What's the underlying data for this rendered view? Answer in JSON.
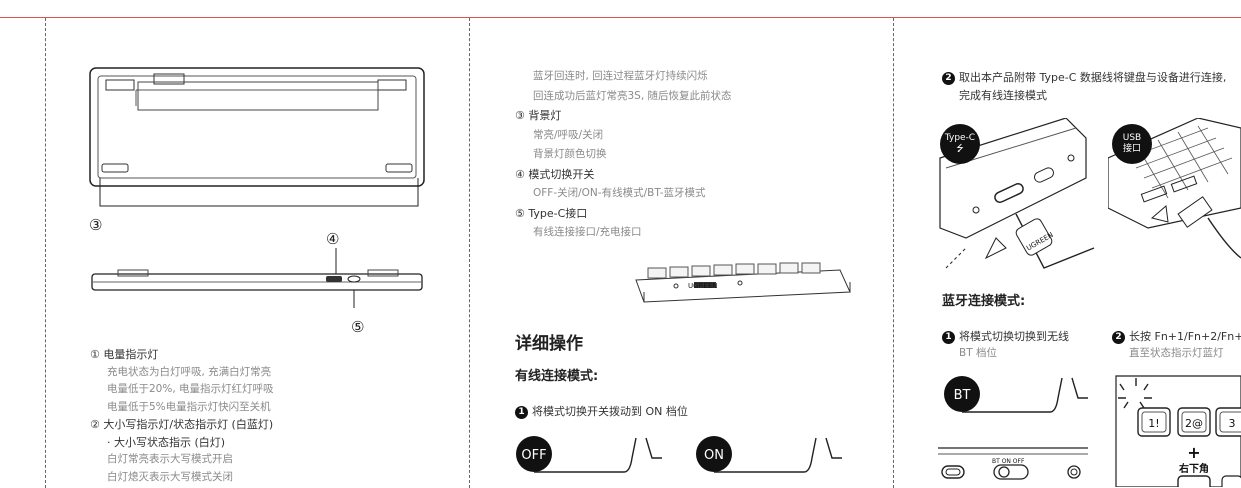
{
  "col1": {
    "callout3": "③",
    "callout4": "④",
    "callout5": "⑤",
    "items": [
      {
        "text": "① 电量指示灯",
        "dark": true
      },
      {
        "text": "充电状态为白灯呼吸, 充满白灯常亮",
        "dark": false
      },
      {
        "text": "电量低于20%, 电量指示灯红灯呼吸",
        "dark": false
      },
      {
        "text": "电量低于5%电量指示灯快闪至关机",
        "dark": false
      },
      {
        "text": "② 大小写指示灯/状态指示灯 (白蓝灯)",
        "dark": true
      },
      {
        "text": "· 大小写状态指示 (白灯)",
        "dark": true
      },
      {
        "text": "白灯常亮表示大写模式开启",
        "dark": false
      },
      {
        "text": "白灯熄灭表示大写模式关闭",
        "dark": false
      }
    ]
  },
  "col2": {
    "lines": [
      {
        "text": "蓝牙回连时, 回连过程蓝牙灯持续闪烁",
        "dark": false
      },
      {
        "text": "回连成功后蓝灯常亮3S, 随后恢复此前状态",
        "dark": false
      },
      {
        "text": "③ 背景灯",
        "dark": true
      },
      {
        "text": "常亮/呼吸/关闭",
        "dark": false
      },
      {
        "text": "背景灯颜色切换",
        "dark": false
      },
      {
        "text": "④ 模式切换开关",
        "dark": true
      },
      {
        "text": "OFF-关闭/ON-有线模式/BT-蓝牙模式",
        "dark": false
      },
      {
        "text": "⑤ Type-C接口",
        "dark": true
      },
      {
        "text": "有线连接接口/充电接口",
        "dark": false
      }
    ],
    "section_title": "详细操作",
    "wired_title": "有线连接模式:",
    "step1_num": "1",
    "step1_text": "将模式切换开关拨动到 ON 档位",
    "off_label": "OFF",
    "on_label": "ON",
    "logo": "UGREEN"
  },
  "col3": {
    "step2_num": "2",
    "step2_line1": "取出本产品附带 Type-C 数据线将键盘与设备进行连接,",
    "step2_line2": "完成有线连接模式",
    "typec_badge_line1": "Type-C",
    "typec_badge_line2": "⭍",
    "usb_badge_line1": "USB",
    "usb_badge_line2": "接口",
    "cable_logo": "UGREEN",
    "bt_title": "蓝牙连接模式:",
    "bt_step1_num": "1",
    "bt_step1_line1": "将模式切换切换到无线",
    "bt_step1_line2": "BT 档位",
    "bt_step2_num": "2",
    "bt_step2_line1": "长按 Fn+1/Fn+2/Fn+",
    "bt_step2_line2": "直至状态指示灯蓝灯",
    "bt_label": "BT",
    "switch_labels": "BT  ON  OFF",
    "key1": "1!",
    "key2": "2@",
    "key3": "3",
    "plus": "+",
    "corner_label": "右下角"
  }
}
